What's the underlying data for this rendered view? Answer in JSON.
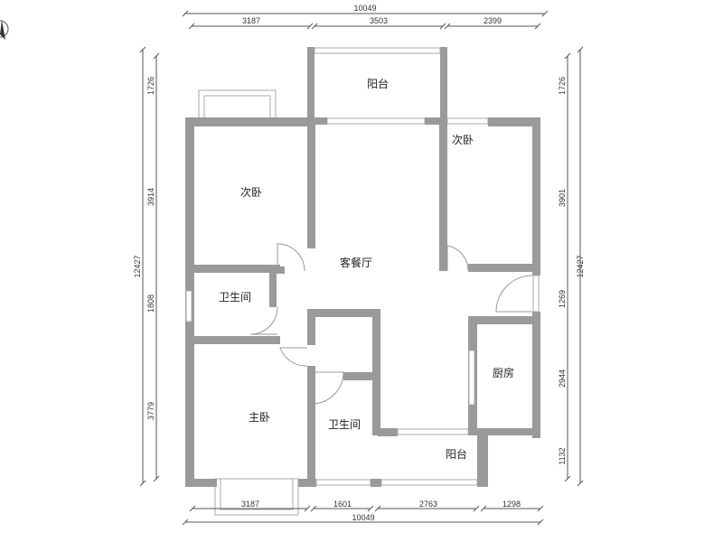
{
  "rooms": {
    "balcony_top": "阳台",
    "bedroom_left": "次卧",
    "bedroom_right": "次卧",
    "living_dining": "客餐厅",
    "bathroom_left": "卫生间",
    "kitchen": "厨房",
    "master_bedroom": "主卧",
    "bathroom_bottom": "卫生间",
    "balcony_bottom": "阳台"
  },
  "dimensions": {
    "top_total": "10049",
    "top": [
      "3187",
      "3503",
      "2399"
    ],
    "bottom": [
      "3187",
      "1601",
      "2763",
      "1298"
    ],
    "bottom_total": "10049",
    "left_total": "12427",
    "left": [
      "1726",
      "3914",
      "1808",
      "3779"
    ],
    "right": [
      "1726",
      "3901",
      "1269",
      "2944",
      "1132"
    ],
    "right_total": "12427"
  },
  "colors": {
    "wall": "#9a9a9a",
    "window": "#aaaaaa"
  }
}
